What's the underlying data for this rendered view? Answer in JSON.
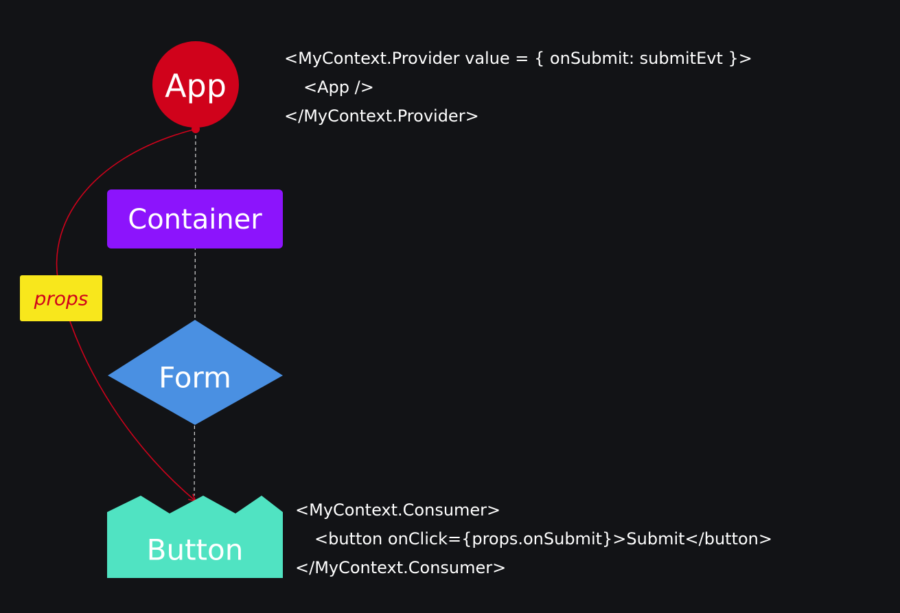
{
  "nodes": {
    "app": {
      "label": "App",
      "color": "#d0021b"
    },
    "container": {
      "label": "Container",
      "color": "#8c14fc"
    },
    "form": {
      "label": "Form",
      "color": "#4a90e2"
    },
    "button": {
      "label": "Button",
      "color": "#50e3c2"
    }
  },
  "edge_label": {
    "text": "props",
    "bg_color": "#f8e71c",
    "text_color": "#d0021b"
  },
  "connector_color": "#d0021b",
  "provider_code": [
    "<MyContext.Provider value = { onSubmit: submitEvt }>",
    "<App />",
    "</MyContext.Provider>"
  ],
  "consumer_code": [
    "<MyContext.Consumer>",
    "<button onClick={props.onSubmit}>Submit</button>",
    "</MyContext.Consumer>"
  ]
}
